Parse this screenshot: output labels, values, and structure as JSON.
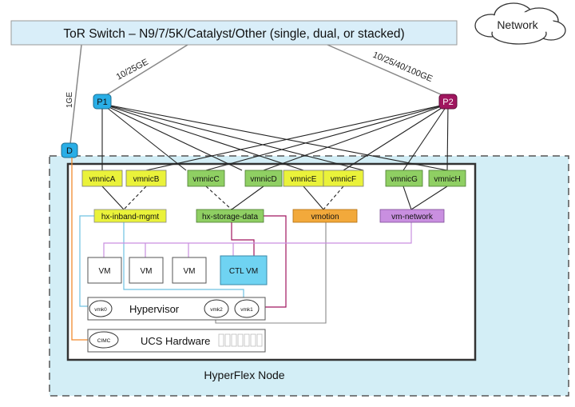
{
  "tor_switch": {
    "label": "ToR Switch – N9/7/5K/Catalyst/Other (single, dual, or stacked)"
  },
  "network": {
    "label": "Network"
  },
  "links": {
    "uplink_p1": "10/25GE",
    "uplink_p2": "10/25/40/100GE",
    "mgmt": "1GE"
  },
  "ports": {
    "p1": "P1",
    "p2": "P2",
    "d": "D"
  },
  "vmnics": [
    {
      "id": "a",
      "label": "vmnicA",
      "color": "#eaf23a"
    },
    {
      "id": "b",
      "label": "vmnicB",
      "color": "#eaf23a"
    },
    {
      "id": "c",
      "label": "vmnicC",
      "color": "#8fcf63"
    },
    {
      "id": "d",
      "label": "vmnicD",
      "color": "#8fcf63"
    },
    {
      "id": "e",
      "label": "vmnicE",
      "color": "#eaf23a"
    },
    {
      "id": "f",
      "label": "vmnicF",
      "color": "#eaf23a"
    },
    {
      "id": "g",
      "label": "vmnicG",
      "color": "#8fcf63"
    },
    {
      "id": "h",
      "label": "vmnicH",
      "color": "#8fcf63"
    }
  ],
  "vswitches": [
    {
      "id": "mgmt",
      "label": "hx-inband-mgmt",
      "color": "#eaf23a"
    },
    {
      "id": "storage",
      "label": "hx-storage-data",
      "color": "#8fcf63"
    },
    {
      "id": "vmotion",
      "label": "vmotion",
      "color": "#f2a93b"
    },
    {
      "id": "vmnet",
      "label": "vm-network",
      "color": "#c98fe0"
    }
  ],
  "vms": [
    "VM",
    "VM",
    "VM"
  ],
  "ctl_vm": "CTL VM",
  "hypervisor": {
    "label": "Hypervisor",
    "vmk0": "vmk0",
    "vmk2": "vmk2",
    "vmk1": "vmk1"
  },
  "ucs": {
    "label": "UCS Hardware",
    "cimc": "CIMC"
  },
  "node": {
    "label": "HyperFlex Node"
  },
  "colors": {
    "tor_fill": "#d9eef9",
    "p1": "#29aee6",
    "p2": "#a0165f",
    "d": "#29aee6",
    "node_fill": "#d3eef6",
    "ctl_fill": "#6fd3f2",
    "mgmt_line": "#6fc2e2",
    "storage_line": "#a0165f",
    "vmnet_line": "#c98fe0",
    "cimc_line": "#f28a2e"
  }
}
